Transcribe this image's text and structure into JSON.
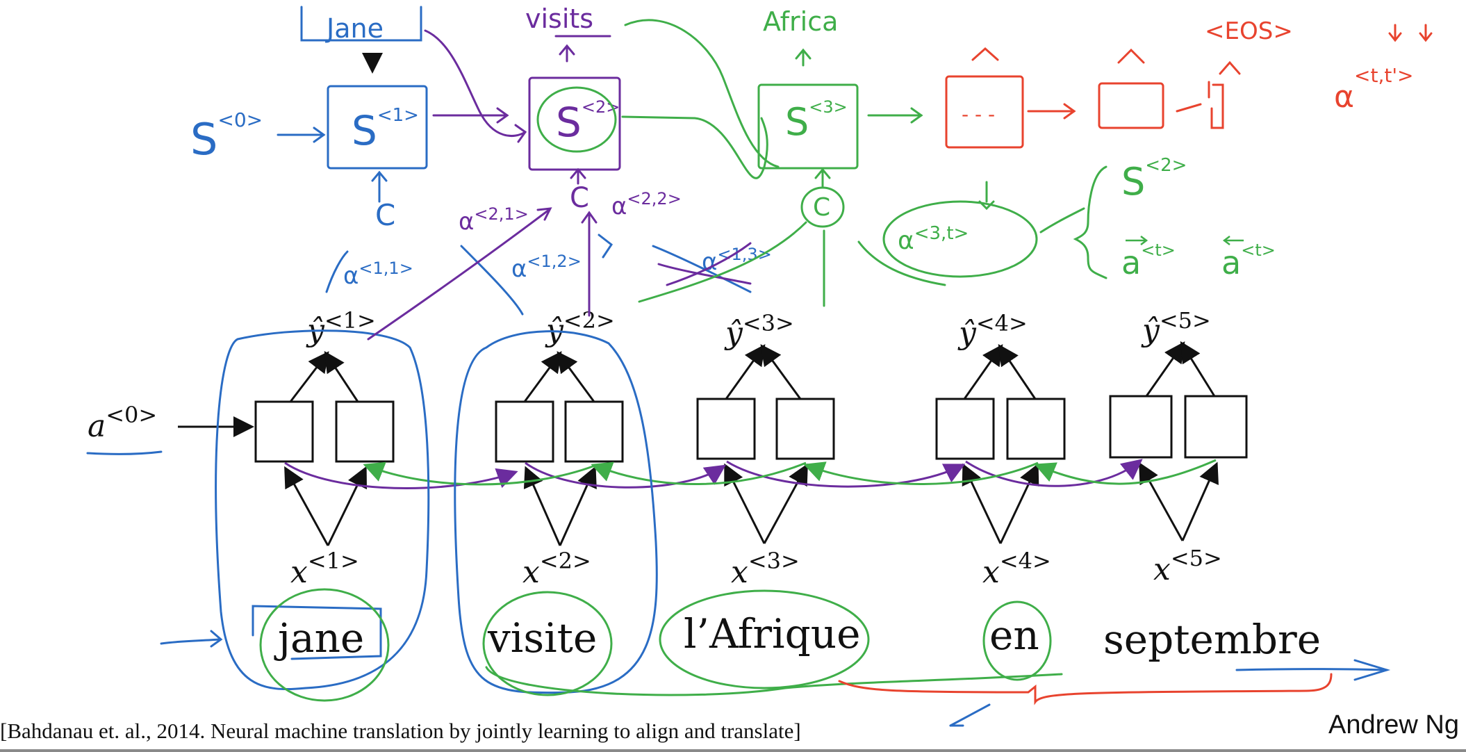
{
  "colors": {
    "blue": "#2a6cc4",
    "purple": "#6b2c9e",
    "green": "#3fae49",
    "red": "#e8432e",
    "black": "#111111"
  },
  "output_words": {
    "w1": "Jane",
    "w2": "visits",
    "w3": "Africa",
    "w4": "<EOS>"
  },
  "decoder": {
    "s0": "S",
    "s0_sup": "<0>",
    "s1": "S",
    "s1_sup": "<1>",
    "s2": "S",
    "s2_sup": "<2>",
    "s3": "S",
    "s3_sup": "<3>",
    "dots": "- - -",
    "context": "C",
    "alpha_1_1": "α",
    "alpha_1_1_sup": "<1,1>",
    "alpha_2_1": "α",
    "alpha_2_1_sup": "<2,1>",
    "alpha_2_2": "α",
    "alpha_2_2_sup": "<2,2>",
    "alpha_1_2": "α",
    "alpha_1_2_sup": "<1,2>",
    "alpha_1_3": "α",
    "alpha_1_3_sup": "<1,3>",
    "alpha_3_t": "α",
    "alpha_3_t_sup": "<3,t>",
    "alpha_tt": "α",
    "alpha_tt_sup": "<t,t'>",
    "note_s2": "S",
    "note_s2_sup": "<2>",
    "note_a_fwd": "a",
    "note_a_fwd_sup": "<t>",
    "note_a_bwd": "a",
    "note_a_bwd_sup": "<t>"
  },
  "encoder": {
    "a0": "a",
    "a0_sup": "<0>",
    "yhat": [
      {
        "base": "ŷ",
        "sup": "<1>"
      },
      {
        "base": "ŷ",
        "sup": "<2>"
      },
      {
        "base": "ŷ",
        "sup": "<3>"
      },
      {
        "base": "ŷ",
        "sup": "<4>"
      },
      {
        "base": "ŷ",
        "sup": "<5>"
      }
    ],
    "x": [
      {
        "base": "x",
        "sup": "<1>"
      },
      {
        "base": "x",
        "sup": "<2>"
      },
      {
        "base": "x",
        "sup": "<3>"
      },
      {
        "base": "x",
        "sup": "<4>"
      },
      {
        "base": "x",
        "sup": "<5>"
      }
    ],
    "words": [
      "jane",
      "visite",
      "l’Afrique",
      "en",
      "septembre"
    ]
  },
  "footer": {
    "citation": "[Bahdanau et. al., 2014. Neural machine translation by jointly learning to align and translate]",
    "author": "Andrew Ng"
  }
}
